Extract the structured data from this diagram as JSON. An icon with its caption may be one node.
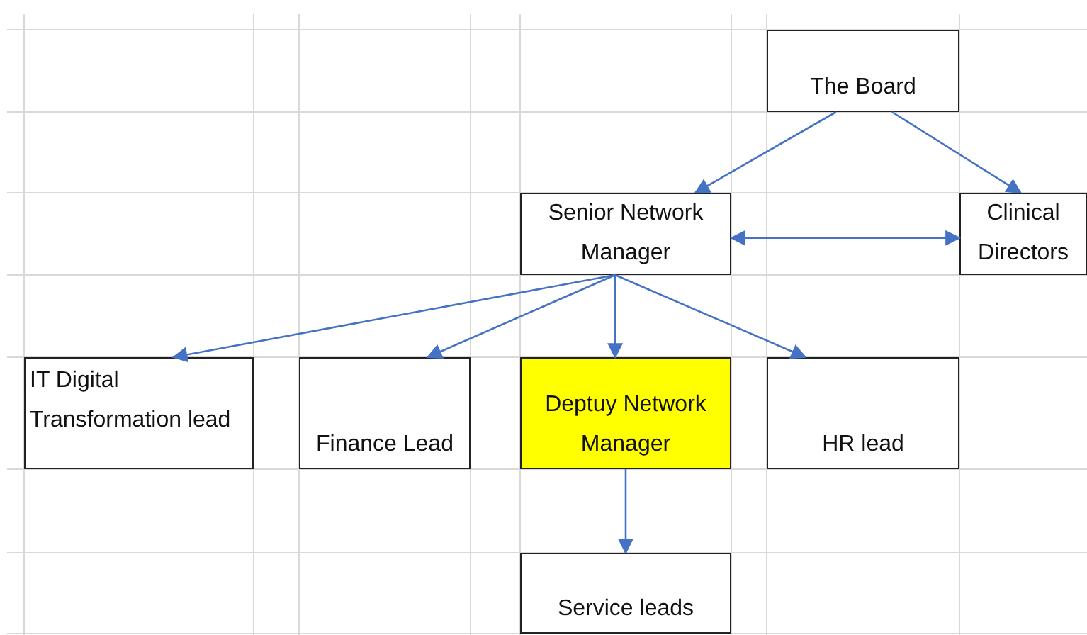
{
  "diagram": {
    "nodes": [
      {
        "text": [
          "The Board"
        ]
      },
      {
        "text": [
          "Senior Network Manager"
        ]
      },
      {
        "text": [
          "Clinical Directors"
        ]
      },
      {
        "text": [
          "IT Digital Transformation lead"
        ]
      },
      {
        "text": [
          "Finance Lead"
        ]
      },
      {
        "text": [
          "Deptuy Network Manager"
        ]
      },
      {
        "text": [
          "HR lead"
        ]
      },
      {
        "text": [
          "Service leads"
        ]
      }
    ],
    "edges": [
      {
        "from": 0,
        "to": 1,
        "arrow": "to"
      },
      {
        "from": 0,
        "to": 2,
        "arrow": "to"
      },
      {
        "from": 1,
        "to": 2,
        "arrow": "both"
      },
      {
        "from": 1,
        "to": 3,
        "arrow": "to"
      },
      {
        "from": 1,
        "to": 4,
        "arrow": "to"
      },
      {
        "from": 1,
        "to": 5,
        "arrow": "to"
      },
      {
        "from": 1,
        "to": 6,
        "arrow": "to"
      },
      {
        "from": 5,
        "to": 7,
        "arrow": "to"
      }
    ]
  }
}
